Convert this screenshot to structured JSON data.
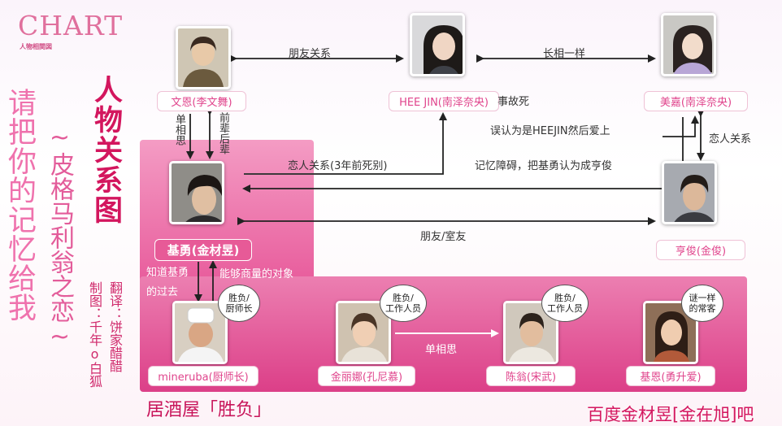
{
  "header": {
    "logo": "CHART",
    "logo_sub": "人物相関図"
  },
  "title": "人物关系图",
  "left_poem": "请把你的记忆给我",
  "subtitle": "~皮格马利翁之恋~",
  "credits": {
    "translate": "翻译：饼家醋醋",
    "produce": "制图：千年o白狐"
  },
  "people": {
    "wen_en": "文恩(李文舞)",
    "hee_jin": "HEE JIN(南泽奈央)",
    "hee_jin_note": "事故死",
    "mei_jia": "美嘉(南泽奈央)",
    "ji_yong": "基勇(金材昱)",
    "heng_jun": "亨俊(金俊)",
    "mineruba": "mineruba(厨师长)",
    "jin_lina": "金丽娜(孔尼慕)",
    "chen_weng": "陈翁(宋武)",
    "ji_en": "基恩(勇升爱)"
  },
  "relations": {
    "friends": "朋友关系",
    "look_alike": "长相一样",
    "mistake": "误认为是HEEJIN然后爱上",
    "lovers": "恋人关系",
    "lovers_dead": "恋人关系(3年前死别)",
    "memory": "记忆障碍，把基勇认为成亨俊",
    "roommate": "朋友/室友",
    "one_sided_v": "单相思",
    "senior_junior": "前辈后辈",
    "knows_past_1": "知道基勇",
    "knows_past_2": "的过去",
    "consult": "能够商量的对象",
    "one_sided_h": "单相思"
  },
  "bubbles": {
    "chef": [
      "胜负/",
      "厨师长"
    ],
    "lina": [
      "胜负/",
      "工作人员"
    ],
    "chen": [
      "胜负/",
      "工作人员"
    ],
    "jien": [
      "谜一样",
      "的常客"
    ]
  },
  "place": "居酒屋「胜负」",
  "footer": "百度金材昱[金在旭]吧",
  "colors": {
    "accent": "#d3165e",
    "region": "#e85c9c",
    "name_text": "#e0448c"
  }
}
